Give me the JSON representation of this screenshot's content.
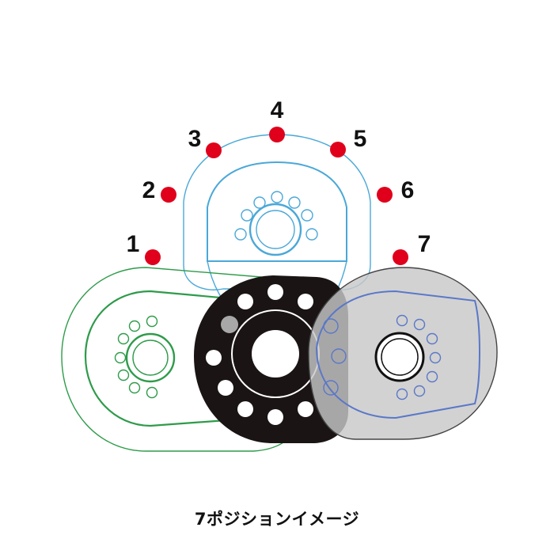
{
  "positions": [
    {
      "label": "1"
    },
    {
      "label": "2"
    },
    {
      "label": "3"
    },
    {
      "label": "4"
    },
    {
      "label": "5"
    },
    {
      "label": "6"
    },
    {
      "label": "7"
    }
  ],
  "caption": "7ポジションイメージ",
  "colors": {
    "marker": "#e0001b",
    "position_1_outline": "#2e9b4a",
    "position_4_outline": "#4aa8d8",
    "position_7_outline": "#5a78c8",
    "center_plate": "#1a1414",
    "position_7_fill": "#c8c8c8"
  }
}
